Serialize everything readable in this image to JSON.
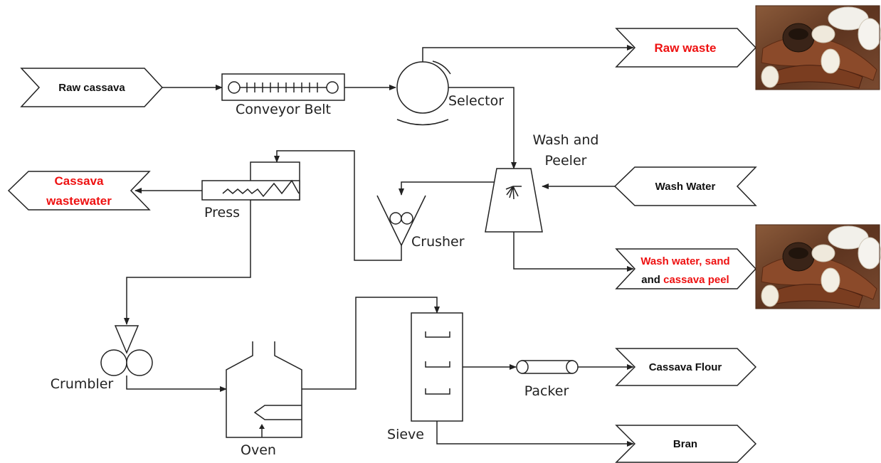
{
  "inputs": {
    "raw_cassava": "Raw cassava",
    "wash_water": "Wash Water"
  },
  "outputs": {
    "raw_waste": "Raw waste",
    "cassava_wastewater_line1": "Cassava",
    "cassava_wastewater_line2": "wastewater",
    "wash_out_line1": "Wash water, sand",
    "wash_out_line2_and": "and ",
    "wash_out_line2_peel": "cassava peel",
    "cassava_flour": "Cassava Flour",
    "bran": "Bran"
  },
  "equipment": {
    "conveyor": "Conveyor Belt",
    "selector": "Selector",
    "wash_peeler_line1": "Wash and",
    "wash_peeler_line2": "Peeler",
    "press": "Press",
    "crusher": "Crusher",
    "crumbler": "Crumbler",
    "oven": "Oven",
    "sieve": "Sieve",
    "packer": "Packer"
  },
  "colors": {
    "highlight": "#ee1111",
    "line": "#222222",
    "photo_bg": "#6a3f28"
  },
  "photos": [
    "cassava-photo",
    "cassava-photo"
  ]
}
